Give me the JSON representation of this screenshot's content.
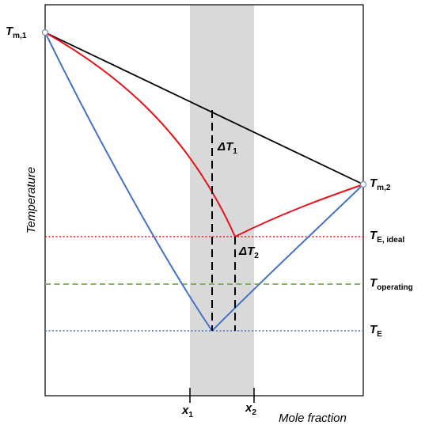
{
  "axes": {
    "ylabel": "Temperature",
    "xlabel": "Mole fraction"
  },
  "labels": {
    "tm1": {
      "main": "T",
      "sub": "m,1"
    },
    "tm2": {
      "main": "T",
      "sub": "m,2"
    },
    "te_ideal": {
      "main": "T",
      "sub": "E, ideal"
    },
    "t_operating": {
      "main": "T",
      "sub": "operating"
    },
    "te": {
      "main": "T",
      "sub": "E"
    },
    "dt1": {
      "main": "ΔT",
      "sub": "1"
    },
    "dt2": {
      "main": "ΔT",
      "sub": "2"
    },
    "x1": {
      "main": "x",
      "sub": "1"
    },
    "x2": {
      "main": "x",
      "sub": "2"
    }
  },
  "colors": {
    "ideal_line": "#000000",
    "ideal_liquidus": "#e8121b",
    "real_liquidus": "#4472c4",
    "operating_line": "#70ad47",
    "shaded_band": "#d9d9d9",
    "frame": "#000000"
  }
}
